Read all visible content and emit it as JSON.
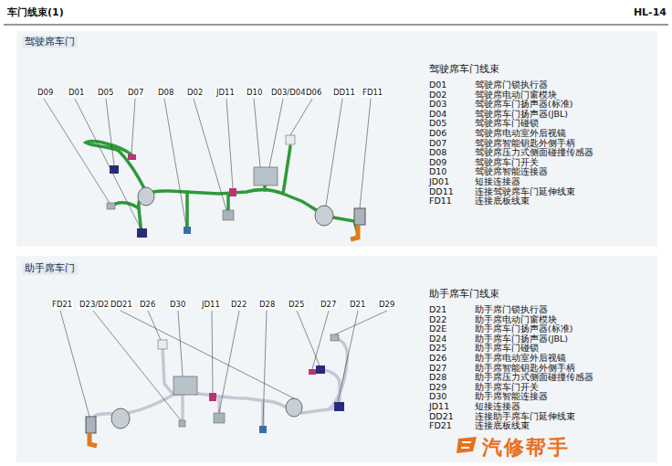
{
  "diagram": {
    "title": "车门线束(1)",
    "labels": [
      "HL-14",
      "驾驶席车门",
      "D09",
      "D01",
      "D05",
      "D07",
      "D08",
      "D02",
      "JD11",
      "D10",
      "D03/D04",
      "D06",
      "DD11",
      "FD11",
      "驾驶席车门线束",
      "D01",
      "驾驶席门锁执行器",
      "D02",
      "驾驶席电动门窗模块",
      "D03",
      "驾驶席车门扬声器(标准)",
      "D04",
      "驾驶席车门扬声器(JBL)",
      "D05",
      "驾驶席车门碰锁",
      "D06",
      "驾驶席电动室外后视镜",
      "D07",
      "驾驶席智能钥匙外侧手柄",
      "D08",
      "驾驶席压力式侧面碰撞传感器",
      "D09",
      "驾驶席车门开关",
      "D10",
      "驾驶席智能连接器",
      "JD01",
      "短接连接器",
      "DD11",
      "连接驾驶席车门延伸线束",
      "FD11",
      "连接底板线束",
      "助手席车门",
      "FD21",
      "D23/D24",
      "DD21",
      "D26",
      "D30",
      "JD11",
      "D22",
      "D28",
      "D25",
      "D27",
      "D21",
      "D29",
      "助手席车门线束",
      "D21",
      "助手席门锁执行器",
      "D22",
      "助手席电动门窗模块",
      "D2E",
      "助手席车门扬声器(标准)",
      "D24",
      "助手席车门扬声器(JBL)",
      "D25",
      "助手席车门碰锁",
      "D26",
      "助手席电动室外后视镜",
      "D27",
      "助手席智能钥匙外侧手柄",
      "D28",
      "助手席压力式侧面碰撞传感器",
      "D29",
      "助手席车门开关",
      "D30",
      "助手席智能连接器",
      "JD11",
      "短接连接器",
      "DD21",
      "连接助手席车门延伸线束",
      "FD21",
      "连接底板线束",
      "汽修帮手"
    ]
  }
}
